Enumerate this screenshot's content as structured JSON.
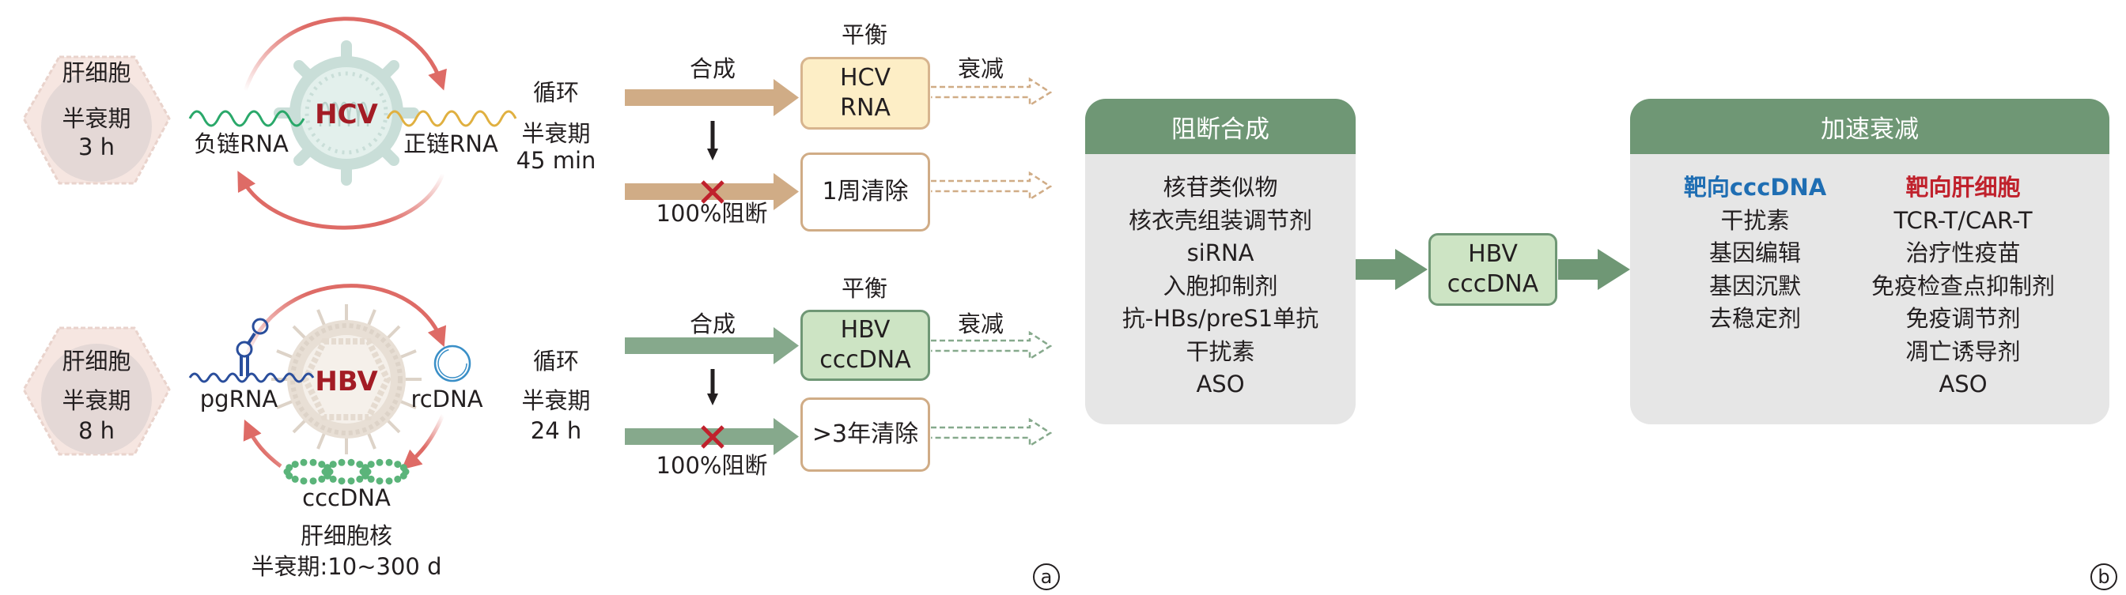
{
  "colors": {
    "hcv_flow": "#d0ac86",
    "hbv_flow": "#86a98c",
    "hcv_box_fill": "#fdeec6",
    "hcv_box_border": "#d7b48e",
    "hbv_box_fill": "#cde4c4",
    "hbv_box_border": "#6f9775",
    "clear_box_border": "#d0ac86",
    "card_header": "#6f9775",
    "card_body": "#e6e6e6",
    "cycle_arrow": "#de6b66",
    "block_cross": "#c0212c",
    "virus_label": "#a31c25",
    "neg_rna": "#2aa86a",
    "pos_rna": "#e0b040",
    "pgrna": "#2a4e9c",
    "rcdna": "#3a8fc7",
    "cccdna": "#5bb47a",
    "hepatocyte": "#f6e6e1",
    "nucleus": "#e4d8d6"
  },
  "panel_a": {
    "label": "a",
    "hcv": {
      "hepatocyte": {
        "title": "肝细胞",
        "halflife_label": "半衰期",
        "halflife_value": "3 h"
      },
      "virus": "HCV",
      "neg_strand": "负链RNA",
      "pos_strand": "正链RNA",
      "circulation": {
        "title": "循环",
        "halflife_label": "半衰期",
        "halflife_value": "45 min"
      },
      "synthesis_label": "合成",
      "equilibrium_label": "平衡",
      "decay_label": "衰减",
      "target_box": [
        "HCV",
        "RNA"
      ],
      "block_label": "100%阻断",
      "clearance_box": "1周清除"
    },
    "hbv": {
      "hepatocyte": {
        "title": "肝细胞",
        "halflife_label": "半衰期",
        "halflife_value": "8 h"
      },
      "virus": "HBV",
      "pgrna": "pgRNA",
      "rcdna": "rcDNA",
      "cccdna": "cccDNA",
      "nucleus_label": "肝细胞核",
      "nucleus_halflife": "半衰期:10~300 d",
      "circulation": {
        "title": "循环",
        "halflife_label": "半衰期",
        "halflife_value": "24 h"
      },
      "synthesis_label": "合成",
      "equilibrium_label": "平衡",
      "decay_label": "衰减",
      "target_box": [
        "HBV",
        "cccDNA"
      ],
      "block_label": "100%阻断",
      "clearance_box": ">3年清除"
    }
  },
  "panel_b": {
    "label": "b",
    "block_synthesis": {
      "title": "阻断合成",
      "items": [
        "核苷类似物",
        "核衣壳组装调节剂",
        "siRNA",
        "入胞抑制剂",
        "抗-HBs/preS1单抗",
        "干扰素",
        "ASO"
      ]
    },
    "center_box": [
      "HBV",
      "cccDNA"
    ],
    "accelerate_decay": {
      "title": "加速衰减",
      "target_cccdna": {
        "title": "靶向cccDNA",
        "items": [
          "干扰素",
          "基因编辑",
          "基因沉默",
          "去稳定剂"
        ]
      },
      "target_hepatocyte": {
        "title": "靶向肝细胞",
        "items": [
          "TCR-T/CAR-T",
          "治疗性疫苗",
          "免疫检查点抑制剂",
          "免疫调节剂",
          "凋亡诱导剂",
          "ASO"
        ]
      }
    }
  }
}
